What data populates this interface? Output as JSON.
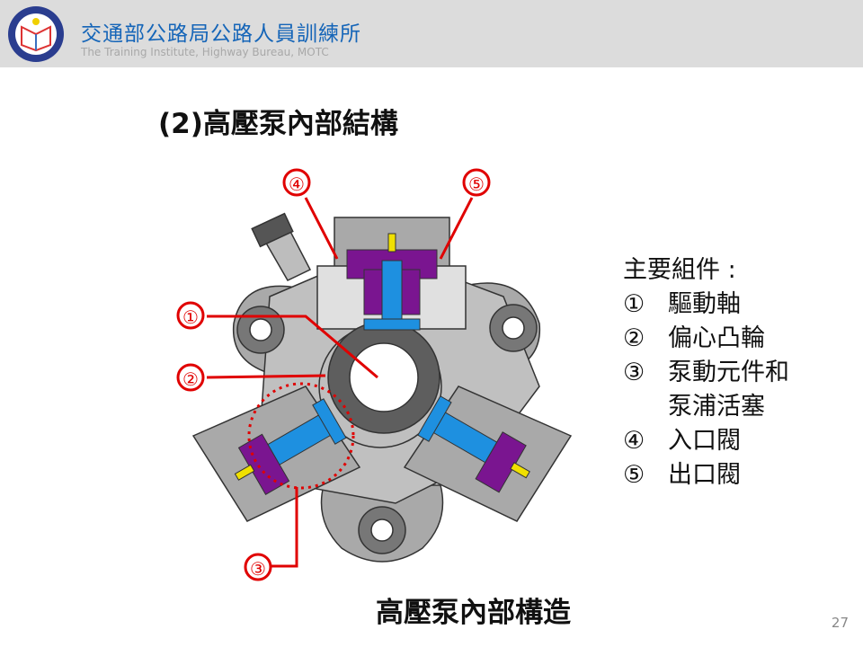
{
  "header": {
    "org_name_cn": "交通部公路局公路人員訓練所",
    "org_name_en": "The Training Institute, Highway Bureau,  MOTC"
  },
  "slide": {
    "title": "(2)高壓泵內部結構",
    "caption": "高壓泵內部構造",
    "page_number": "27"
  },
  "diagram": {
    "callouts": [
      "①",
      "②",
      "③",
      "④",
      "⑤"
    ],
    "colors": {
      "callout": "#e00000",
      "plunger": "#1e90e0",
      "valve_body": "#7a1590",
      "housing": "#a9a9a9"
    }
  },
  "legend": {
    "heading": "主要組件 :",
    "items": [
      {
        "num": "①",
        "text": "驅動軸"
      },
      {
        "num": "②",
        "text": "偏心凸輪"
      },
      {
        "num": "③",
        "text": "泵動元件和"
      },
      {
        "num": "",
        "text": "泵浦活塞"
      },
      {
        "num": "④",
        "text": "入口閥"
      },
      {
        "num": "⑤",
        "text": "出口閥"
      }
    ]
  }
}
